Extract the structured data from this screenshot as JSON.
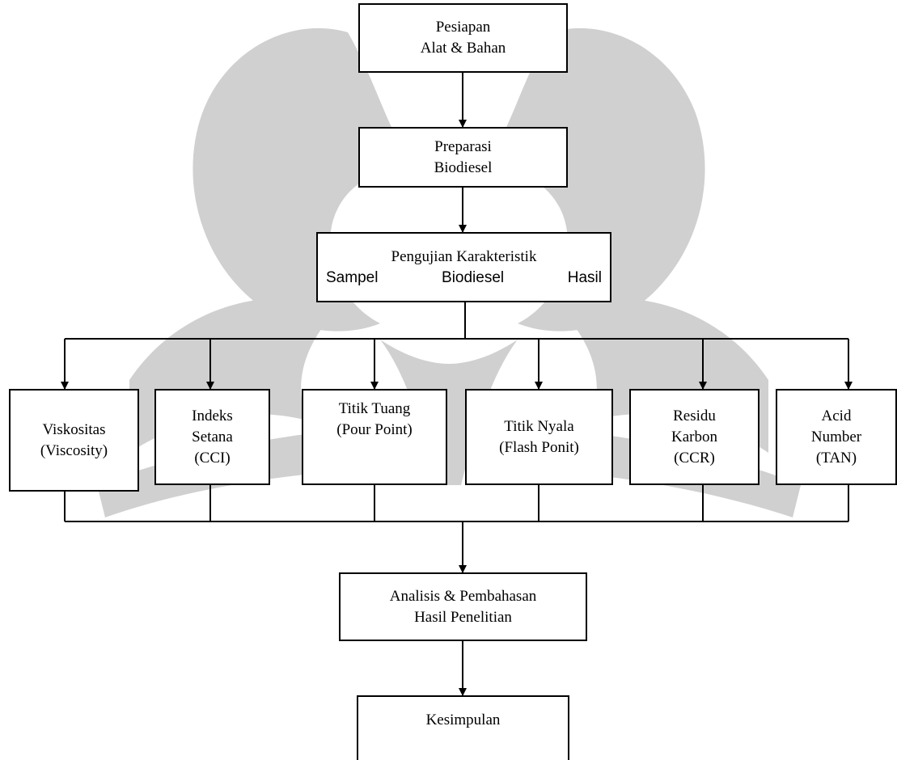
{
  "boxes": {
    "persiapan": {
      "line1": "Pesiapan",
      "line2": "Alat & Bahan"
    },
    "preparasi": {
      "line1": "Preparasi",
      "line2": "Biodiesel"
    },
    "pengujian": {
      "line1": "Pengujian Karakteristik",
      "words2": [
        "Sampel",
        "Biodiesel",
        "Hasil"
      ]
    },
    "tests": [
      {
        "lines": [
          "Viskositas",
          "(Viscosity)"
        ]
      },
      {
        "lines": [
          "Indeks",
          "Setana",
          "(CCI)"
        ]
      },
      {
        "lines": [
          "Titik Tuang",
          "(Pour Point)"
        ]
      },
      {
        "lines": [
          "Titik Nyala",
          "(Flash Ponit)"
        ]
      },
      {
        "lines": [
          "Residu",
          "Karbon",
          "(CCR)"
        ]
      },
      {
        "lines": [
          "Acid",
          "Number",
          "(TAN)"
        ]
      }
    ],
    "analisis": {
      "line1": "Analisis & Pembahasan",
      "line2": "Hasil Penelitian"
    },
    "kesimpulan": {
      "line1": "Kesimpulan"
    }
  },
  "colors": {
    "line": "#000000",
    "watermark": "#d0d0d0"
  }
}
